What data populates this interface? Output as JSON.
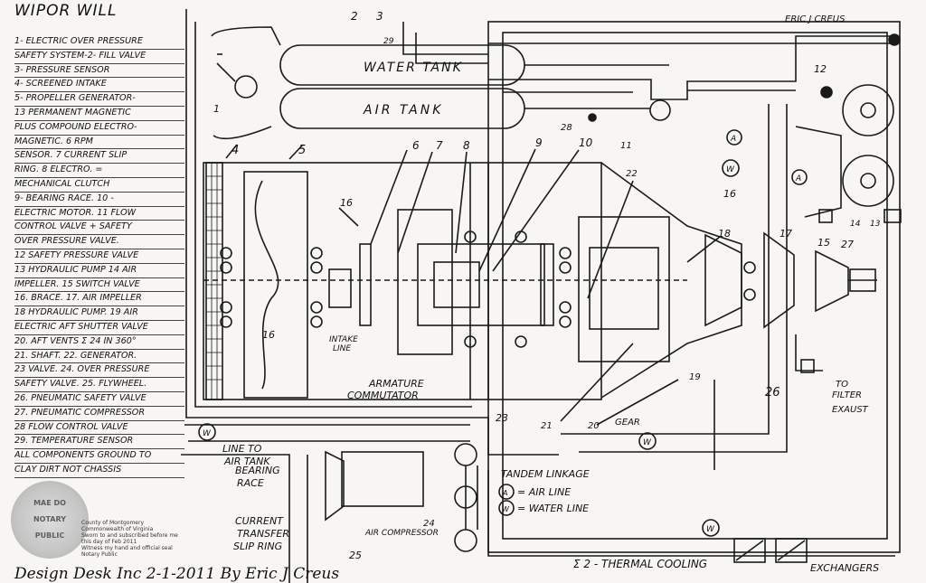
{
  "title": "WIPOR WILL",
  "author": "ERIC J CREUS",
  "legend": [
    "1- ELECTRIC OVER PRESSURE",
    "SAFETY SYSTEM-2- FILL VALVE",
    "3- PRESSURE SENSOR",
    "4- SCREENED INTAKE",
    "5- PROPELLER GENERATOR-",
    "13 PERMANENT MAGNETIC",
    "PLUS COMPOUND ELECTRO-",
    "MAGNETIC. 6 RPM",
    "SENSOR. 7 CURRENT SLIP",
    "RING. 8 ELECTRO. =",
    "MECHANICAL CLUTCH",
    "9- BEARING RACE. 10 -",
    "ELECTRIC MOTOR. 11 FLOW",
    "CONTROL VALVE + SAFETY",
    "OVER PRESSURE VALVE.",
    "12 SAFETY PRESSURE VALVE",
    "13 HYDRAULIC PUMP 14 AIR",
    "IMPELLER. 15 SWITCH VALVE",
    "16. BRACE. 17. AIR IMPELLER",
    "18 HYDRAULIC PUMP. 19 AIR",
    "ELECTRIC AFT SHUTTER VALVE",
    "20. AFT VENTS Σ 24 IN 360°",
    "21. SHAFT. 22. GENERATOR.",
    "23 VALVE. 24. OVER PRESSURE",
    "SAFETY VALVE. 25. FLYWHEEL.",
    "26. PNEUMATIC SAFETY VALVE",
    "27. PNEUMATIC COMPRESSOR",
    "28 FLOW CONTROL VALVE",
    "29. TEMPERATURE SENSOR",
    "ALL COMPONENTS GROUND TO",
    "CLAY DIRT NOT CHASSIS"
  ],
  "tanks": {
    "water": "WATER TANK",
    "air": "AIR TANK"
  },
  "labels": {
    "intake": "INTAKE\nLINE",
    "armature": "ARMATURE",
    "commutator": "COMMUTATOR",
    "gear": "GEAR",
    "filter": "TO\nFILTER\nEXAUST",
    "line_to_air_tank": "LINE TO\nAIR TANK",
    "bearing_race": "BEARING\nRACE",
    "current_slip": "CURRENT\nTRANSFER\nSLIP RING",
    "air_compressor": "AIR COMPRESSOR",
    "tandem": "TANDEM LINKAGE",
    "air_line": "= AIR LINE",
    "water_line": "= WATER LINE",
    "thermal": "Σ 2 - THERMAL COOLING",
    "exchangers": "EXCHANGERS",
    "A": "A",
    "W": "W"
  },
  "numbers": [
    "1",
    "2",
    "3",
    "4",
    "5",
    "6",
    "7",
    "8",
    "9",
    "10",
    "11",
    "12",
    "13",
    "14",
    "15",
    "16",
    "17",
    "18",
    "19",
    "20",
    "21",
    "22",
    "23",
    "24",
    "25",
    "26",
    "27",
    "28",
    "29"
  ],
  "seal": {
    "top": "MAE DO",
    "mid": "NOTARY",
    "bot": "PUBLIC"
  },
  "notary_text": "County of Montgomery\nCommonwealth of Virginia\nSworn to and subscribed before me\nthis day of Feb 2011\nWitness my hand and official seal\nNotary Public",
  "footer": "Design Desk Inc   2-1-2011   By Eric J Creus"
}
